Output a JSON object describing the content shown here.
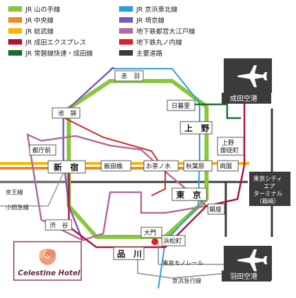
{
  "legend": [
    {
      "label": "JR 山の手線",
      "color": "#8cc63f"
    },
    {
      "label": "JR 中央線",
      "color": "#f08a24"
    },
    {
      "label": "JR 総武線",
      "color": "#f2b705"
    },
    {
      "label": "JR 成田エクスプレス",
      "color": "#b0123b"
    },
    {
      "label": "JR 常磐線快速・成田線",
      "color": "#1a6b2a"
    },
    {
      "label": "JR 京浜東北線",
      "color": "#2a9fd8"
    },
    {
      "label": "JR 埼京線",
      "color": "#7b59b3"
    },
    {
      "label": "地下鉄都営大江戸線",
      "color": "#b36a9b"
    },
    {
      "label": "地下鉄丸ノ内線",
      "color": "#d8232a"
    },
    {
      "label": "主要道路",
      "color": "#3a3a3a"
    }
  ],
  "stations": {
    "akabane": "赤　羽",
    "ikebukuro": "池　袋",
    "nippori": "日暮里",
    "ueno": "上　野",
    "ueno_okachimachi": "上野\n御徒町",
    "tochomae": "都庁前",
    "shinjuku": "新　宿",
    "iidabashi": "飯田橋",
    "ochanomizu": "お茶ノ水",
    "akihabara": "秋葉原",
    "ryogoku": "両国",
    "tokyo": "東　京",
    "ginza": "銀座",
    "shibuya": "渋　谷",
    "daimon": "大門",
    "hamamatsucho": "浜松町",
    "shinagawa": "品　川"
  },
  "airports": {
    "narita": "成田空港",
    "haneda": "羽田空港"
  },
  "labels": {
    "keio": "京王線",
    "odakyu": "小田急線",
    "tcat_1": "東京シティ",
    "tcat_2": "エア",
    "tcat_3": "ターミナル",
    "tcat_4": "（箱崎）",
    "monorail": "東京モノレール",
    "keikyu": "京浜急行線"
  },
  "hotel": {
    "name": "Celestine Hotel"
  },
  "colors": {
    "yamanote": "#8cc63f",
    "chuo": "#f08a24",
    "sobu": "#f2b705",
    "nex": "#b0123b",
    "joban": "#1a6b2a",
    "keihin": "#2a9fd8",
    "saikyo": "#7b59b3",
    "oedo": "#b36a9b",
    "marunouchi": "#d8232a",
    "road": "#3a3a3a",
    "airport_bg": "#3b3b3b"
  }
}
